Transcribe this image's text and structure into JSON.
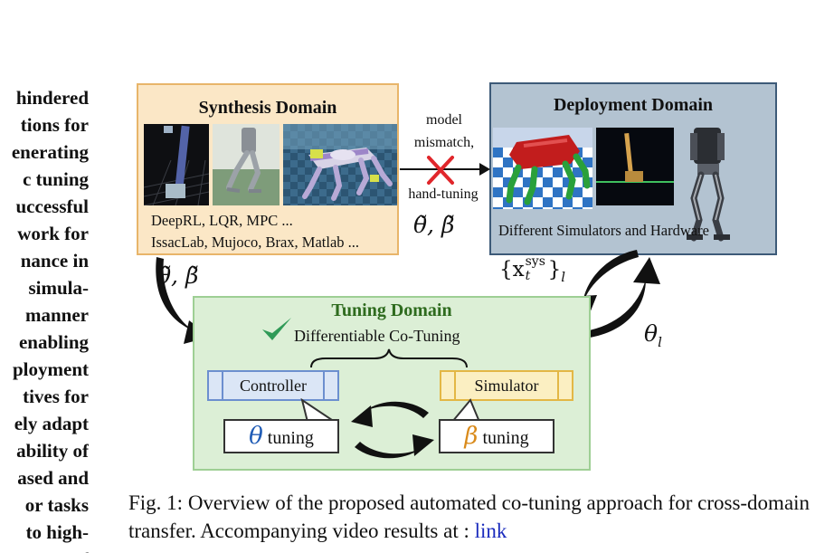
{
  "left_column": {
    "lines": [
      "hindered",
      "tions for",
      "enerating",
      "c tuning",
      "uccessful",
      "work for",
      "nance in",
      "simula-",
      "manner",
      "enabling",
      "ployment",
      "tives for",
      "ely adapt",
      "ability of",
      "ased and",
      "or tasks",
      "to high-",
      "f"
    ]
  },
  "synthesis": {
    "title": "Synthesis Domain",
    "tools_line1": "DeepRL, LQR, MPC ...",
    "tools_line2": "IssacLab, Mujoco, Brax, Matlab ..."
  },
  "deployment": {
    "title": "Deployment Domain",
    "subtitle": "Different Simulators and Hardware"
  },
  "transfer_arrow": {
    "label_line1": "model",
    "label_line2": "mismatch,",
    "label_line3": "hand-tuning",
    "params": "θ̃, β̃"
  },
  "left_params": "θ̃, β̃",
  "feedback": {
    "observation_base": "{x",
    "observation_sup": "sys",
    "observation_sub": "t",
    "observation_close": "}",
    "observation_index": "l",
    "theta_base": "θ",
    "theta_index": "l"
  },
  "tuning": {
    "title": "Tuning Domain",
    "subtitle": "Differentiable Co-Tuning",
    "controller_label": "Controller",
    "simulator_label": "Simulator",
    "theta_symbol": "θ",
    "beta_symbol": "β",
    "tuning_word": "tuning"
  },
  "caption": {
    "text": "Fig. 1: Overview of the proposed automated co-tuning approach for cross-domain transfer. Accompanying video results at : ",
    "link_text": "link"
  },
  "colors": {
    "synthesis_fill": "#fbe7c6",
    "deployment_fill": "#b3c3d1",
    "tuning_fill": "#dcefd6",
    "tuning_title": "#2e6b1e",
    "check": "#2f9a57",
    "cross": "#e0262b",
    "theta_blue": "#1f5bb5",
    "beta_orange": "#d98a1a",
    "link": "#1a2bbd"
  }
}
